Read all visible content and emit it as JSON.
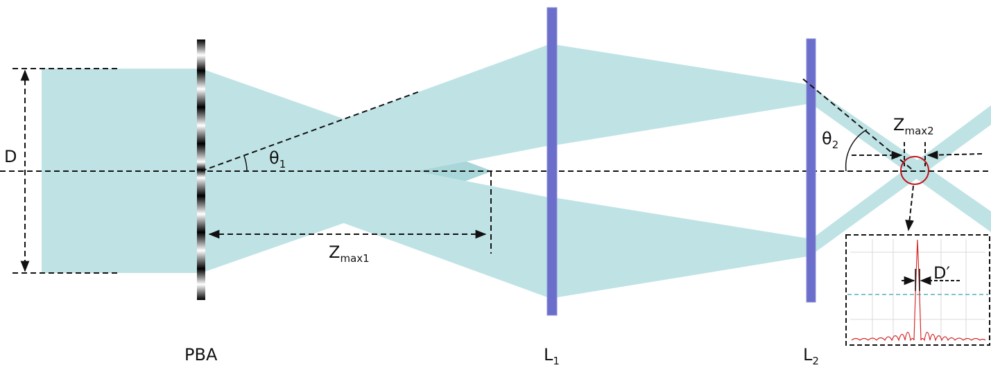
{
  "colors": {
    "beam": "#bfe3e5",
    "beam_overlap": "#a9d6d9",
    "lens": "#6b6fcb",
    "lens_stroke": "#8a8fd6",
    "annotation": "#111111",
    "focus_circle": "#c0141b",
    "profile_curve": "#d42a2a",
    "profile_threshold": "#7fc4cc",
    "grid": "#d9d9d9"
  },
  "labels": {
    "D": "D",
    "theta1_base": "θ",
    "theta1_sub": "1",
    "zmax1_base": "Z",
    "zmax1_sub": "max1",
    "theta2_base": "θ",
    "theta2_sub": "2",
    "zmax2_base": "Z",
    "zmax2_sub": "max2",
    "dprime": "D′",
    "pba": "PBA",
    "l1_base": "L",
    "l1_sub": "1",
    "l2_base": "L",
    "l2_sub": "2"
  },
  "components": {
    "pba_element": "axicon-pba",
    "lens1": "lens-l1",
    "lens2": "lens-l2"
  }
}
